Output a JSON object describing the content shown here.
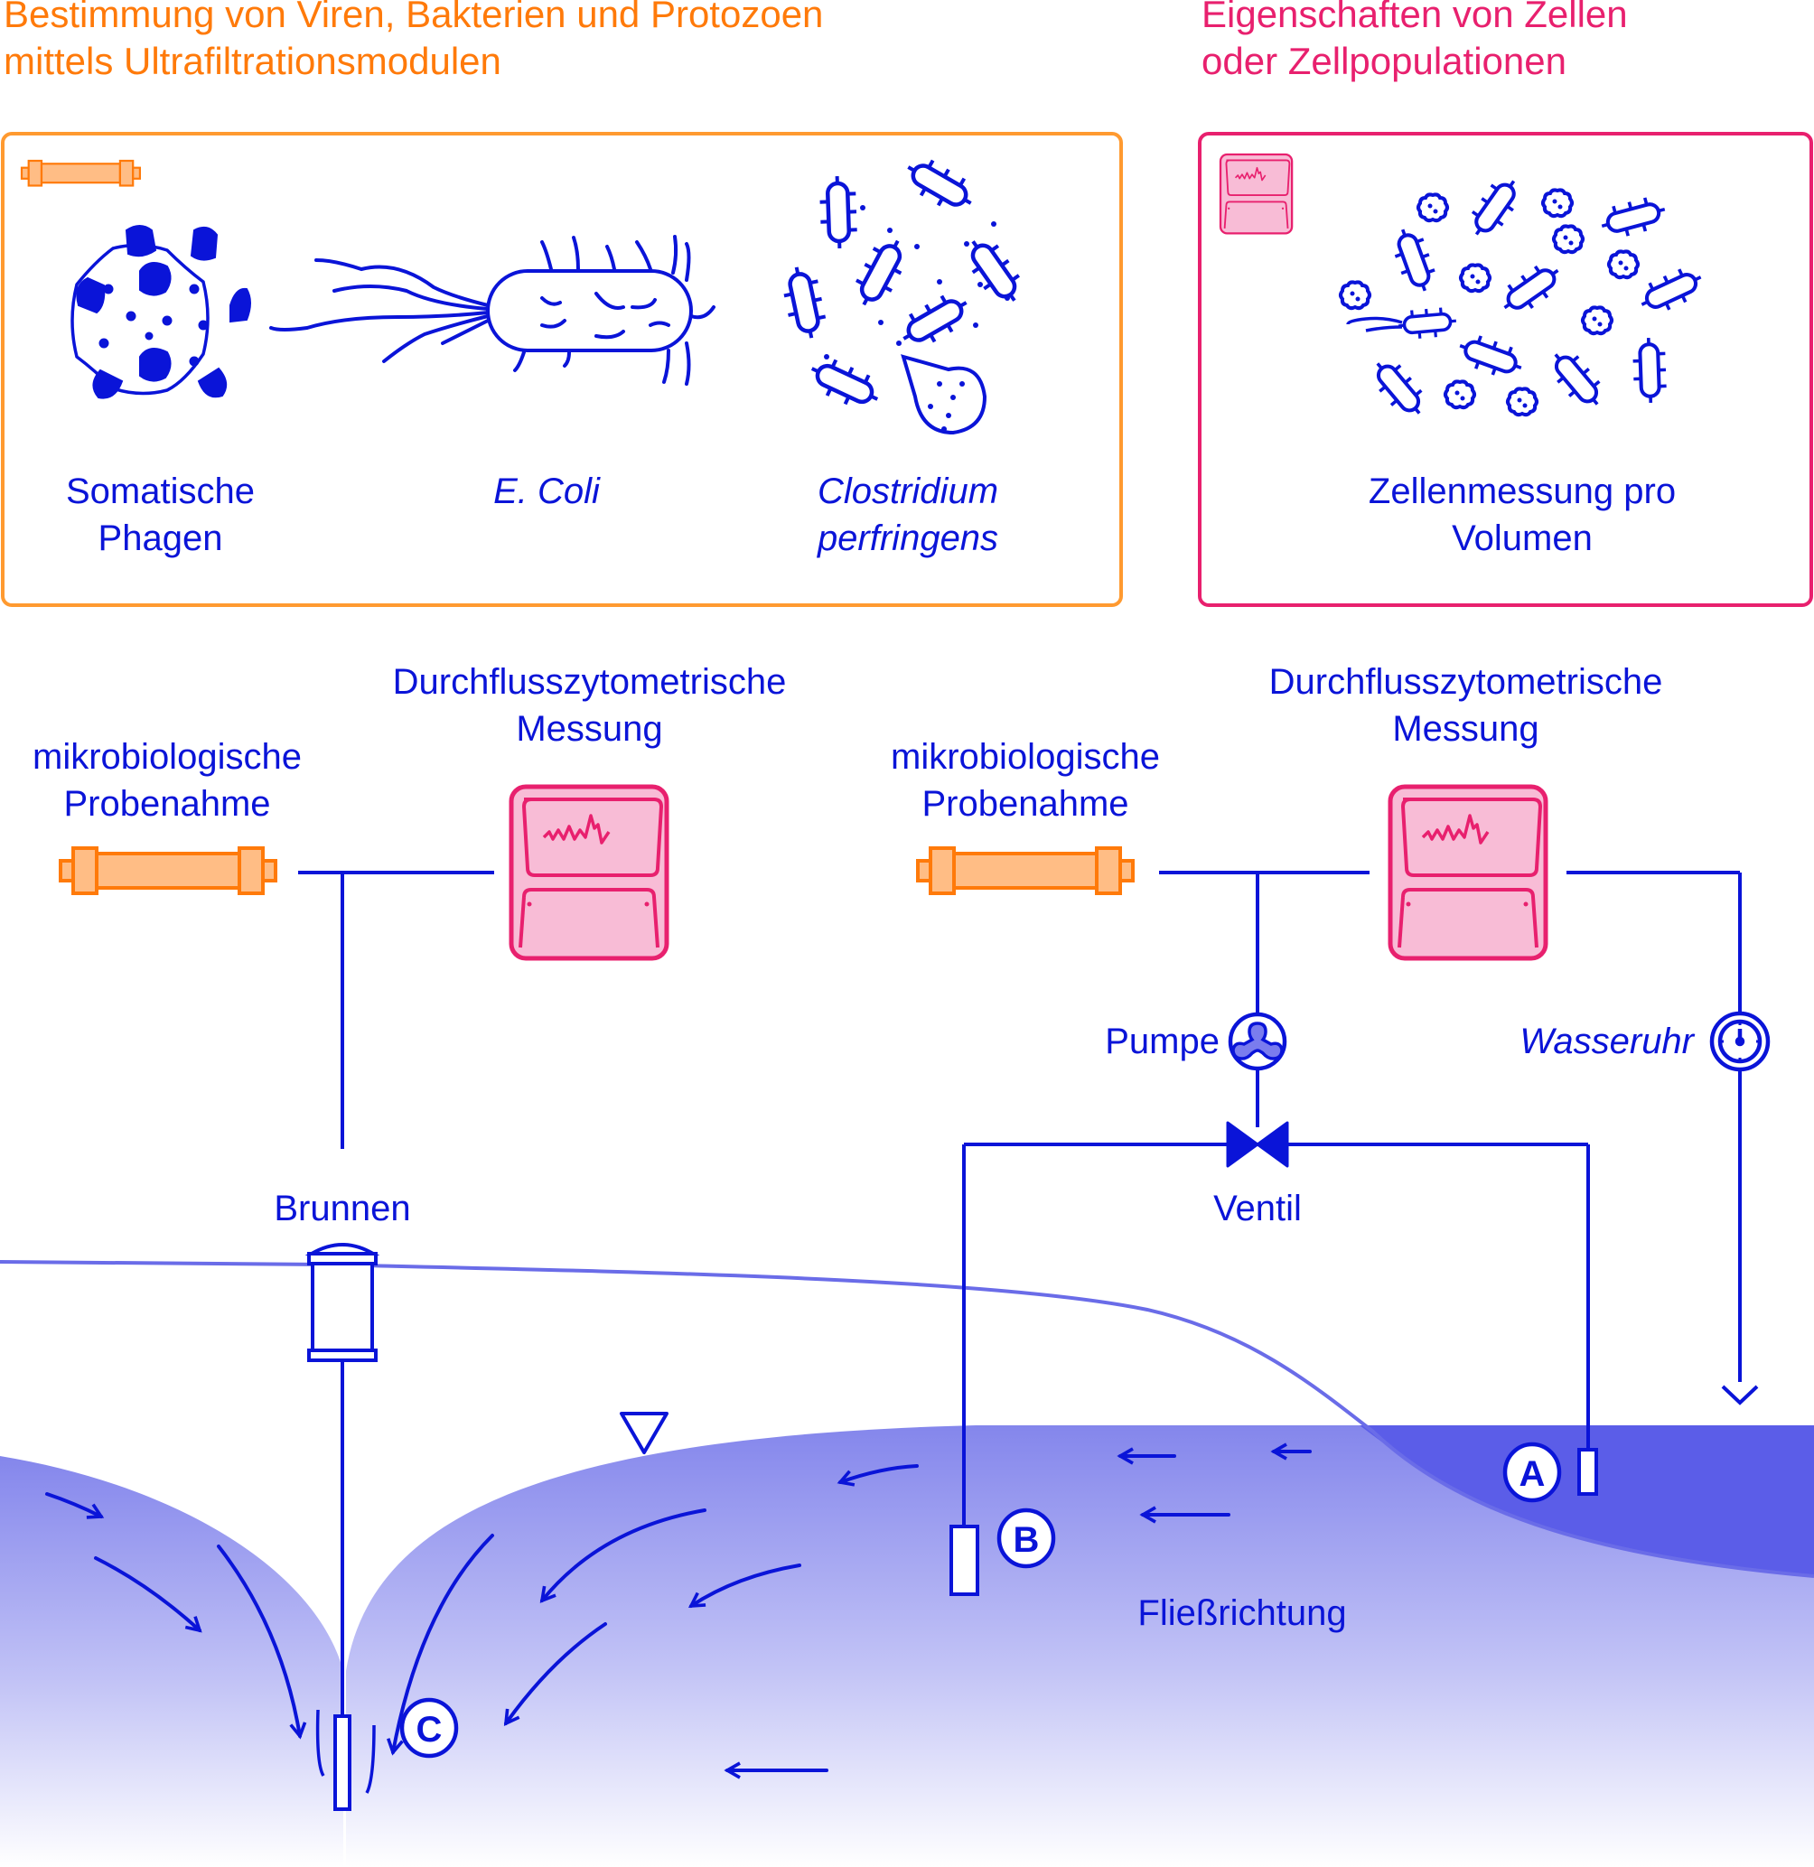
{
  "colors": {
    "blue": "#0a14d8",
    "orange": "#ff7a0a",
    "orange_fill": "#ffbd85",
    "pink": "#e8206e",
    "pink_fill": "#f8bcd6",
    "water_light": "#8a8cee",
    "water_dark": "#5b5de8",
    "ground_line": "#6a6ce8"
  },
  "panels": {
    "left": {
      "title": [
        "Bestimmung von Viren, Bakterien und Protozoen",
        "mittels Ultrafiltrationsmodulen"
      ],
      "icon": "ultrafiltration-module-icon",
      "items": [
        {
          "label": [
            "Somatische",
            "Phagen"
          ],
          "italic": false,
          "icon": "phage-icon"
        },
        {
          "label": [
            "E. Coli"
          ],
          "italic": true,
          "icon": "e-coli-icon"
        },
        {
          "label": [
            "Clostridium",
            "perfringens"
          ],
          "italic": true,
          "icon": "clostridium-icon"
        }
      ]
    },
    "right": {
      "title": [
        "Eigenschaften von Zellen",
        "oder Zellpopulationen"
      ],
      "icon": "flow-cytometer-icon",
      "items": [
        {
          "label": [
            "Zellenmessung pro",
            "Volumen"
          ],
          "italic": false,
          "icon": "cells-icon"
        }
      ]
    }
  },
  "diagram": {
    "left_setup": {
      "sampling_label": [
        "mikrobiologische",
        "Probenahme"
      ],
      "measurement_label": [
        "Durchflusszytometrische",
        "Messung"
      ]
    },
    "right_setup": {
      "sampling_label": [
        "mikrobiologische",
        "Probenahme"
      ],
      "measurement_label": [
        "Durchflusszytometrische",
        "Messung"
      ]
    },
    "pump_label": "Pumpe",
    "water_meter_label": "Wasseruhr",
    "valve_label": "Ventil",
    "well_label": "Brunnen",
    "flow_label": "Fließrichtung",
    "points": [
      "A",
      "B",
      "C"
    ]
  }
}
